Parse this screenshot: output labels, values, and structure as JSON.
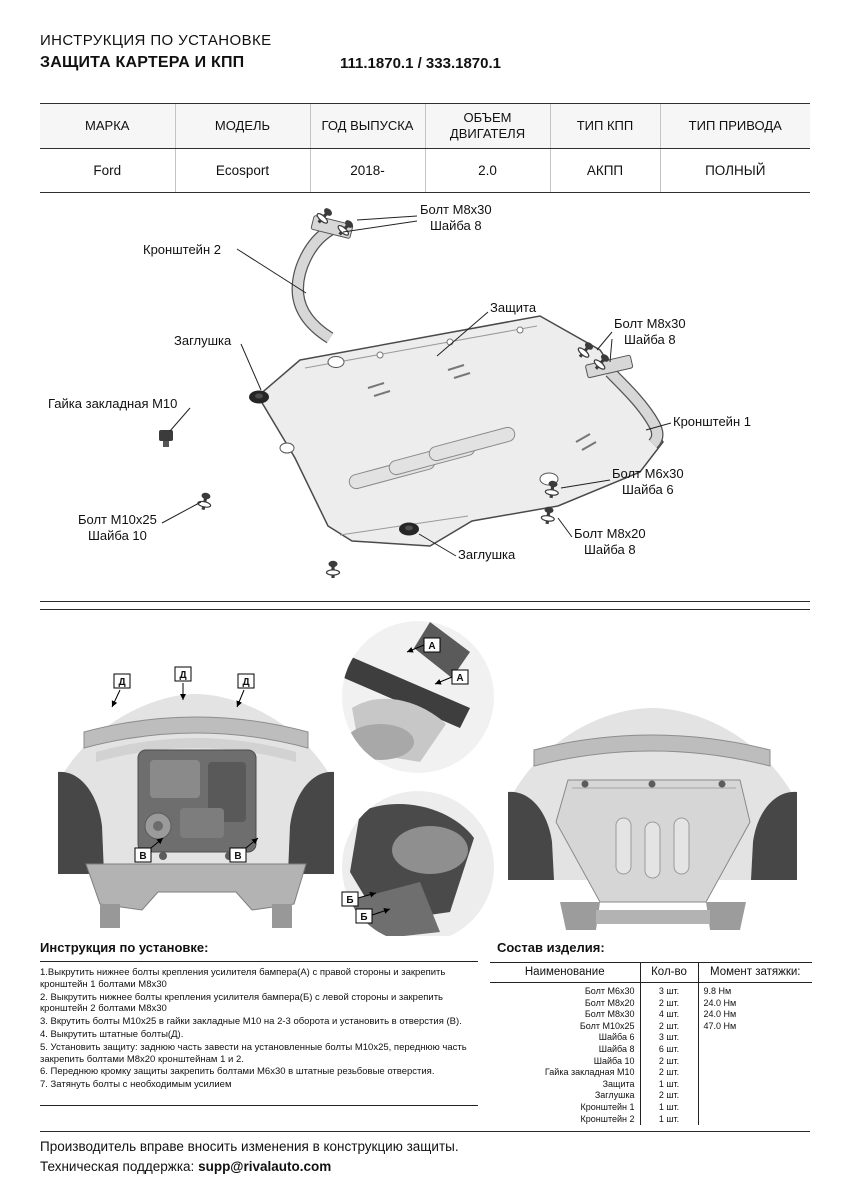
{
  "colors": {
    "ink": "#111111",
    "paper": "#ffffff",
    "soft_line": "#c4c4c4"
  },
  "header": {
    "doc_type": "ИНСТРУКЦИЯ ПО УСТАНОВКЕ",
    "product_title": "ЗАЩИТА КАРТЕРА И КПП",
    "part_numbers": "111.1870.1 / 333.1870.1"
  },
  "spec_table": {
    "headers": [
      "МАРКА",
      "МОДЕЛЬ",
      "ГОД ВЫПУСКА",
      "ОБЪЕМ ДВИГАТЕЛЯ",
      "ТИП КПП",
      "ТИП ПРИВОДА"
    ],
    "row": [
      "Ford",
      "Ecosport",
      "2018-",
      "2.0",
      "АКПП",
      "ПОЛНЫЙ"
    ]
  },
  "diagram": {
    "callouts": {
      "bolt_m8x30": "Болт М8х30",
      "washer_8": "Шайба 8",
      "bracket_2": "Кронштейн 2",
      "shield": "Защита",
      "plug": "Заглушка",
      "embedded_nut_m10": "Гайка закладная М10",
      "bracket_1": "Кронштейн 1",
      "bolt_m6x30": "Болт М6х30",
      "washer_6": "Шайба 6",
      "bolt_m10x25": "Болт М10х25",
      "washer_10": "Шайба 10",
      "bolt_m8x20": "Болт М8х20"
    }
  },
  "figures": {
    "marker_a": "А",
    "marker_b": "Б",
    "marker_v": "В",
    "marker_d": "Д"
  },
  "instructions": {
    "title": "Инструкция по установке:",
    "steps": [
      "1.Выкрутить нижнее болты крепления усилителя бампера(А) с правой стороны и закрепить кронштейн 1 болтами М8х30",
      "2. Выкрутить нижнее болты крепления усилителя бампера(Б) с левой стороны и закрепить кронштейн 2 болтами М8х30",
      "3. Вкрутить болты М10х25 в гайки закладные М10 на 2-3 оборота и установить в отверстия (В).",
      "4. Выкрутить штатные болты(Д).",
      "5. Установить защиту: заднюю часть завести на установленные болты М10х25, переднюю часть закрепить болтами М8х20 кронштейнам 1 и 2.",
      "6. Переднюю кромку защиты закрепить болтами М6х30 в штатные резьбовые отверстия.",
      "7. Затянуть болты с необходимым усилием"
    ]
  },
  "parts": {
    "title": "Состав изделия:",
    "headers": [
      "Наименование",
      "Кол-во",
      "Момент затяжки:"
    ],
    "rows": [
      [
        "Болт М6х30",
        "3 шт.",
        "9.8 Нм"
      ],
      [
        "Болт М8х20",
        "2 шт.",
        "24.0 Нм"
      ],
      [
        "Болт М8х30",
        "4 шт.",
        "24.0 Нм"
      ],
      [
        "Болт М10х25",
        "2 шт.",
        "47.0 Нм"
      ],
      [
        "Шайба 6",
        "3 шт.",
        ""
      ],
      [
        "Шайба 8",
        "6 шт.",
        ""
      ],
      [
        "Шайба 10",
        "2 шт.",
        ""
      ],
      [
        "Гайка закладная М10",
        "2 шт.",
        ""
      ],
      [
        "Защита",
        "1 шт.",
        ""
      ],
      [
        "Заглушка",
        "2 шт.",
        ""
      ],
      [
        "Кронштейн 1",
        "1 шт.",
        ""
      ],
      [
        "Кронштейн 2",
        "1 шт.",
        ""
      ]
    ]
  },
  "footer": {
    "line1": "Производитель вправе вносить изменения в конструкцию защиты.",
    "support_label": "Техническая поддержка:",
    "support_email": "supp@rivalauto.com"
  }
}
